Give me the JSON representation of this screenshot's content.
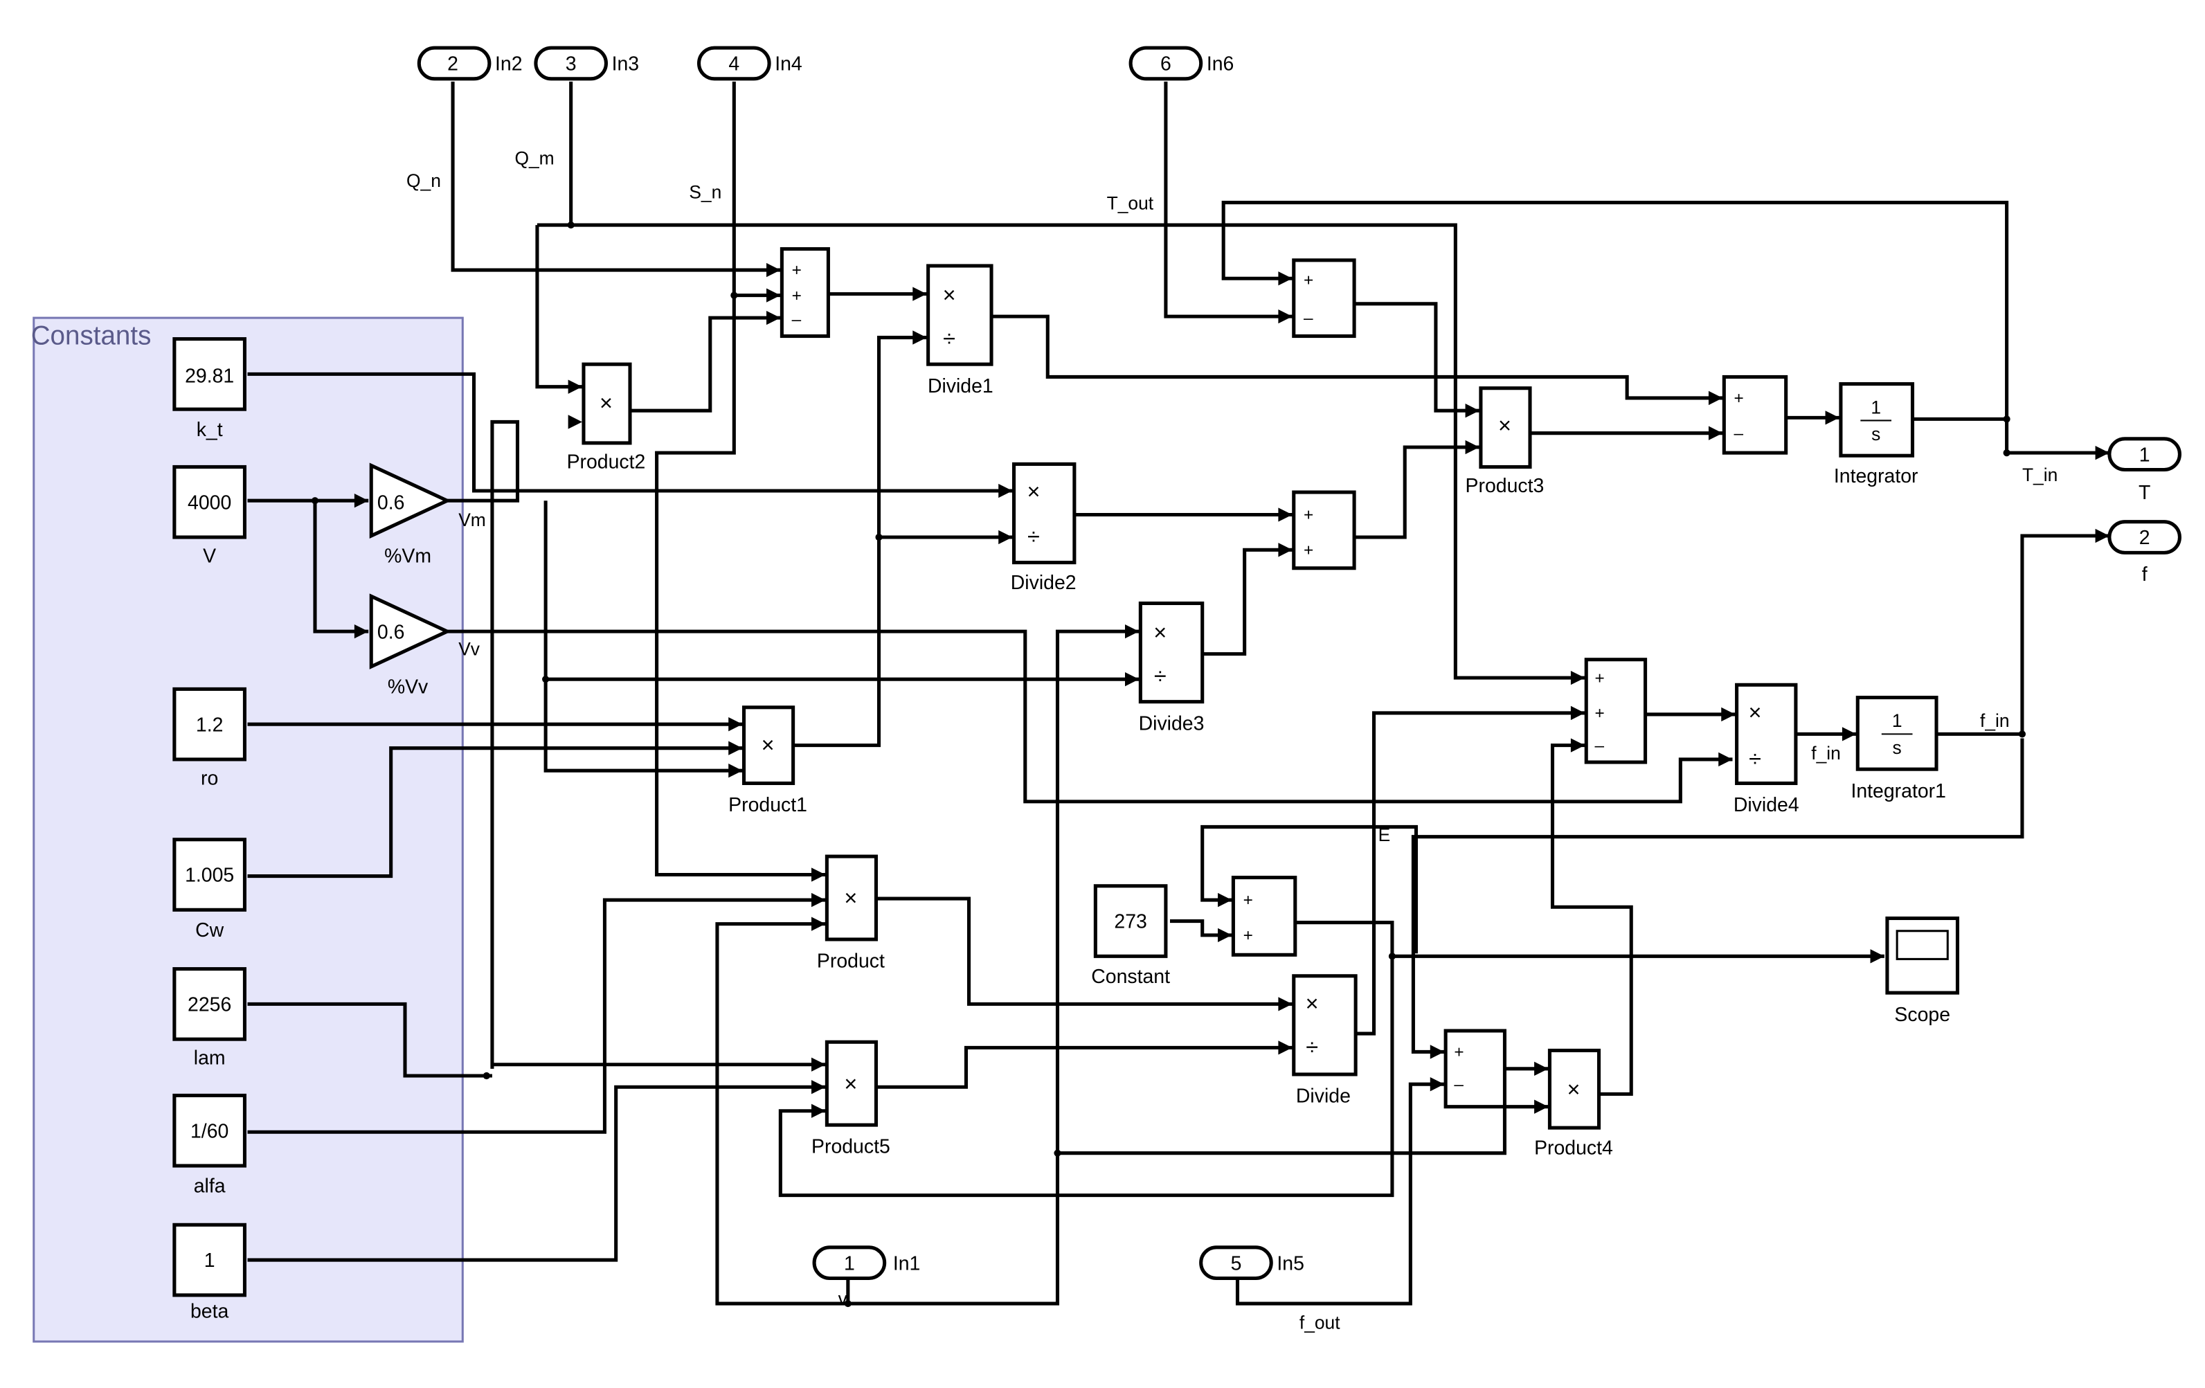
{
  "colors": {
    "area": "#e6e6fa",
    "area_border": "#7878b4",
    "line": "#000000"
  },
  "constants_area": {
    "title": "Constants"
  },
  "constants": [
    {
      "value": "29.81",
      "name": "k_t"
    },
    {
      "value": "4000",
      "name": "V"
    },
    {
      "value": "1.2",
      "name": "ro"
    },
    {
      "value": "1.005",
      "name": "Cw"
    },
    {
      "value": "2256",
      "name": "lam"
    },
    {
      "value": "1/60",
      "name": "alfa"
    },
    {
      "value": "1",
      "name": "beta"
    },
    {
      "value": "273",
      "name": "Constant"
    }
  ],
  "gains": [
    {
      "value": "0.6",
      "name": "%Vm",
      "signal": "Vm"
    },
    {
      "value": "0.6",
      "name": "%Vv",
      "signal": "Vv"
    }
  ],
  "inports": [
    {
      "num": "2",
      "name": "In2"
    },
    {
      "num": "3",
      "name": "In3"
    },
    {
      "num": "4",
      "name": "In4"
    },
    {
      "num": "6",
      "name": "In6"
    },
    {
      "num": "1",
      "name": "In1"
    },
    {
      "num": "5",
      "name": "In5"
    }
  ],
  "outports": [
    {
      "num": "1",
      "name": "T"
    },
    {
      "num": "2",
      "name": "f"
    }
  ],
  "blocks": {
    "product": "Product",
    "product1": "Product1",
    "product2": "Product2",
    "product3": "Product3",
    "product4": "Product4",
    "product5": "Product5",
    "divide": "Divide",
    "divide1": "Divide1",
    "divide2": "Divide2",
    "divide3": "Divide3",
    "divide4": "Divide4",
    "integrator": "Integrator",
    "integrator1": "Integrator1",
    "scope": "Scope"
  },
  "integrator_symbol": {
    "num": "1",
    "den": "s"
  },
  "signals": {
    "q_n": "Q_n",
    "q_m": "Q_m",
    "s_n": "S_n",
    "t_out": "T_out",
    "t_in": "T_in",
    "f_in": "f_in",
    "e": "E",
    "v": "v",
    "f_out": "f_out"
  },
  "ops": {
    "plus": "+",
    "minus": "–",
    "times": "×",
    "divide": "÷"
  }
}
